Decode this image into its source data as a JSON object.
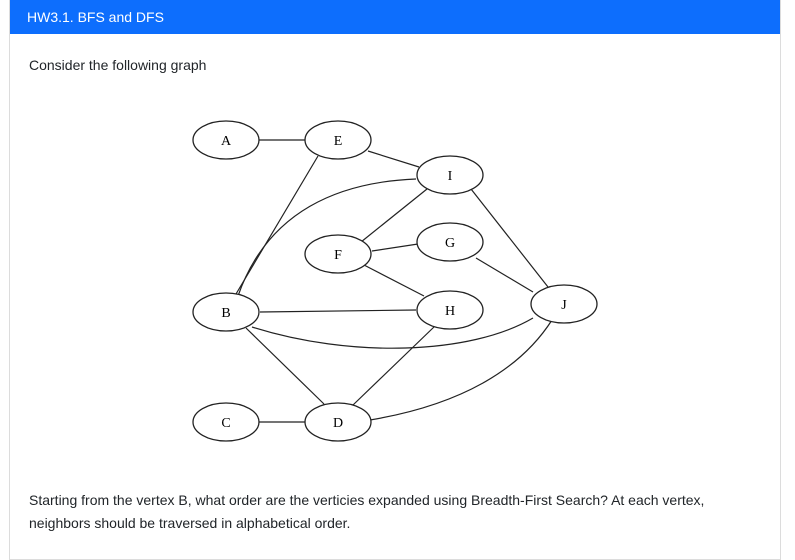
{
  "header": {
    "title": "HW3.1. BFS and DFS"
  },
  "content": {
    "intro": "Consider the following graph",
    "question": "Starting from the vertex B, what order are the verticies expanded using Breadth-First Search? At each vertex, neighbors should be traversed in alphabetical order."
  },
  "graph": {
    "nodes": [
      "A",
      "E",
      "I",
      "G",
      "F",
      "B",
      "H",
      "J",
      "C",
      "D"
    ],
    "edges": [
      [
        "A",
        "E"
      ],
      [
        "E",
        "I"
      ],
      [
        "E",
        "B"
      ],
      [
        "I",
        "B"
      ],
      [
        "I",
        "F"
      ],
      [
        "I",
        "J"
      ],
      [
        "F",
        "G"
      ],
      [
        "F",
        "H"
      ],
      [
        "G",
        "J"
      ],
      [
        "B",
        "H"
      ],
      [
        "B",
        "J"
      ],
      [
        "B",
        "D"
      ],
      [
        "H",
        "D"
      ],
      [
        "C",
        "D"
      ],
      [
        "D",
        "J"
      ]
    ]
  }
}
